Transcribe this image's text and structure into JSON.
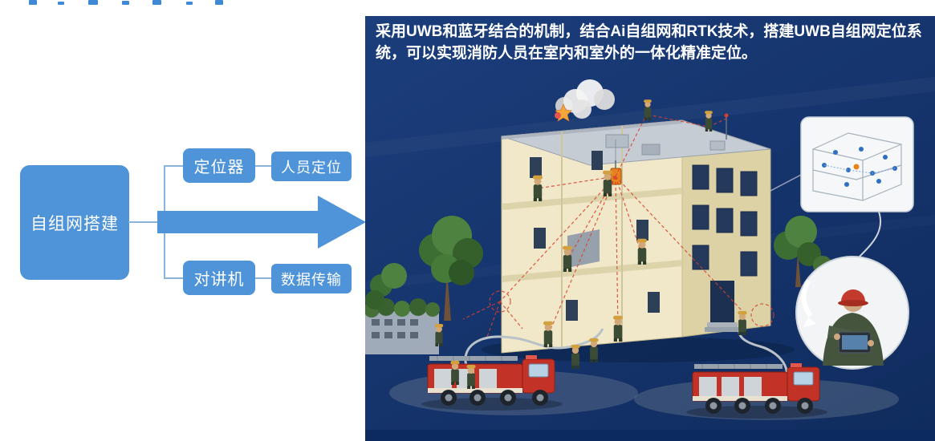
{
  "flowchart": {
    "root_label": "自组网搭建",
    "branches": [
      {
        "label": "定位器",
        "result": "人员定位"
      },
      {
        "label": "对讲机",
        "result": "数据传输"
      }
    ]
  },
  "panel": {
    "description": "采用UWB和蓝牙结合的机制，结合Ai自组网和RTK技术，搭建UWB自组网定位系统，可以实现消防人员在室内和室外的一体化精准定位。"
  },
  "colors": {
    "flow_blue": "#4f94d8",
    "connector": "#8ab4dc",
    "panel_bg": "#16356e",
    "panel_footer": "#0c2a60",
    "text_on_blue": "#ffffff",
    "link_red": "#d8402e"
  }
}
